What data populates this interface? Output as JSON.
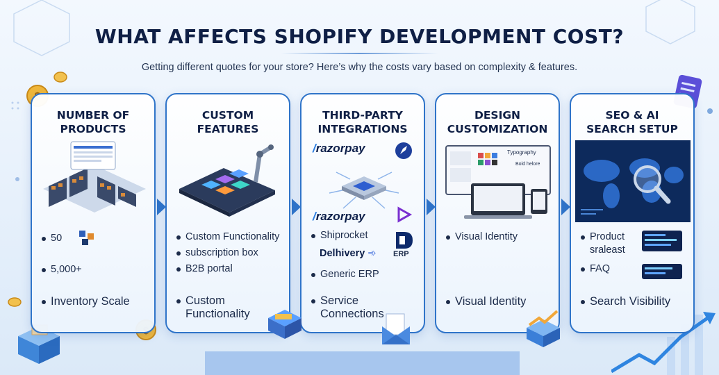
{
  "header": {
    "title": "WHAT AFFECTS SHOPIFY DEVELOPMENT COST?",
    "subtitle": "Getting different quotes for your store? Here’s why the costs vary based on complexity & features."
  },
  "cards": [
    {
      "title_line1": "NUMBER OF",
      "title_line2": "PRODUCTS",
      "bullets": [
        "50",
        "5,000+",
        "Inventory Scale"
      ]
    },
    {
      "title_line1": "CUSTOM",
      "title_line2": "FEATURES",
      "bullets": [
        "Custom Functionality",
        "subscription box",
        "B2B portal",
        "Custom",
        "Functionality"
      ]
    },
    {
      "title_line1": "THIRD-PARTY",
      "title_line2": "INTEGRATIONS",
      "logos": {
        "razorpay_a": "razorpay",
        "razorpay_b": "razorpay",
        "delhivery": "Delhivery",
        "erp": "ERP"
      },
      "bullets": [
        "Shiprocket",
        "Generic ERP",
        "Service",
        "Connections"
      ]
    },
    {
      "title_line1": "DESIGN",
      "title_line2": "CUSTOMIZATION",
      "screen_labels": {
        "typography": "Typography",
        "build": "Bold helore"
      },
      "bullets": [
        "Visual Identity",
        "Visual Identity"
      ]
    },
    {
      "title_line1": "SEO & AI",
      "title_line2": "SEARCH SETUP",
      "bullets": [
        "Product",
        "sraleast",
        "FAQ",
        "Search Visibility"
      ]
    }
  ],
  "colors": {
    "accent": "#2f74c9",
    "title": "#0f1f45",
    "text": "#1c2b4a"
  }
}
